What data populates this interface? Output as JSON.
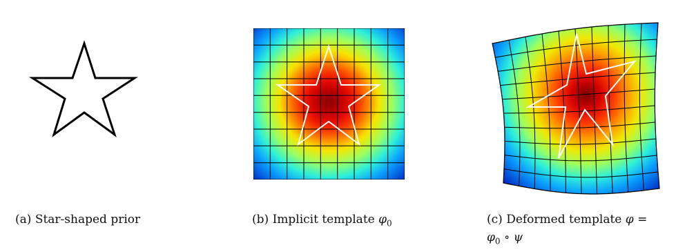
{
  "figure": {
    "panels": [
      {
        "id": "a",
        "caption_label": "(a)",
        "caption_text": "Star-shaped prior"
      },
      {
        "id": "b",
        "caption_label": "(b)",
        "caption_text": "Implicit template",
        "caption_math": "φ",
        "caption_math_sub": "0"
      },
      {
        "id": "c",
        "caption_label": "(c)",
        "caption_text": "Deformed template",
        "caption_math_1": "φ",
        "caption_eq": "=",
        "caption_math_2": "φ",
        "caption_math_2_sub": "0",
        "caption_op": "∘",
        "caption_math_3": "ψ"
      }
    ],
    "colors": {
      "star_outline": "#000000",
      "template_outline": "#ffffff",
      "grid_lines": "#000000",
      "colormap": "jet"
    }
  }
}
